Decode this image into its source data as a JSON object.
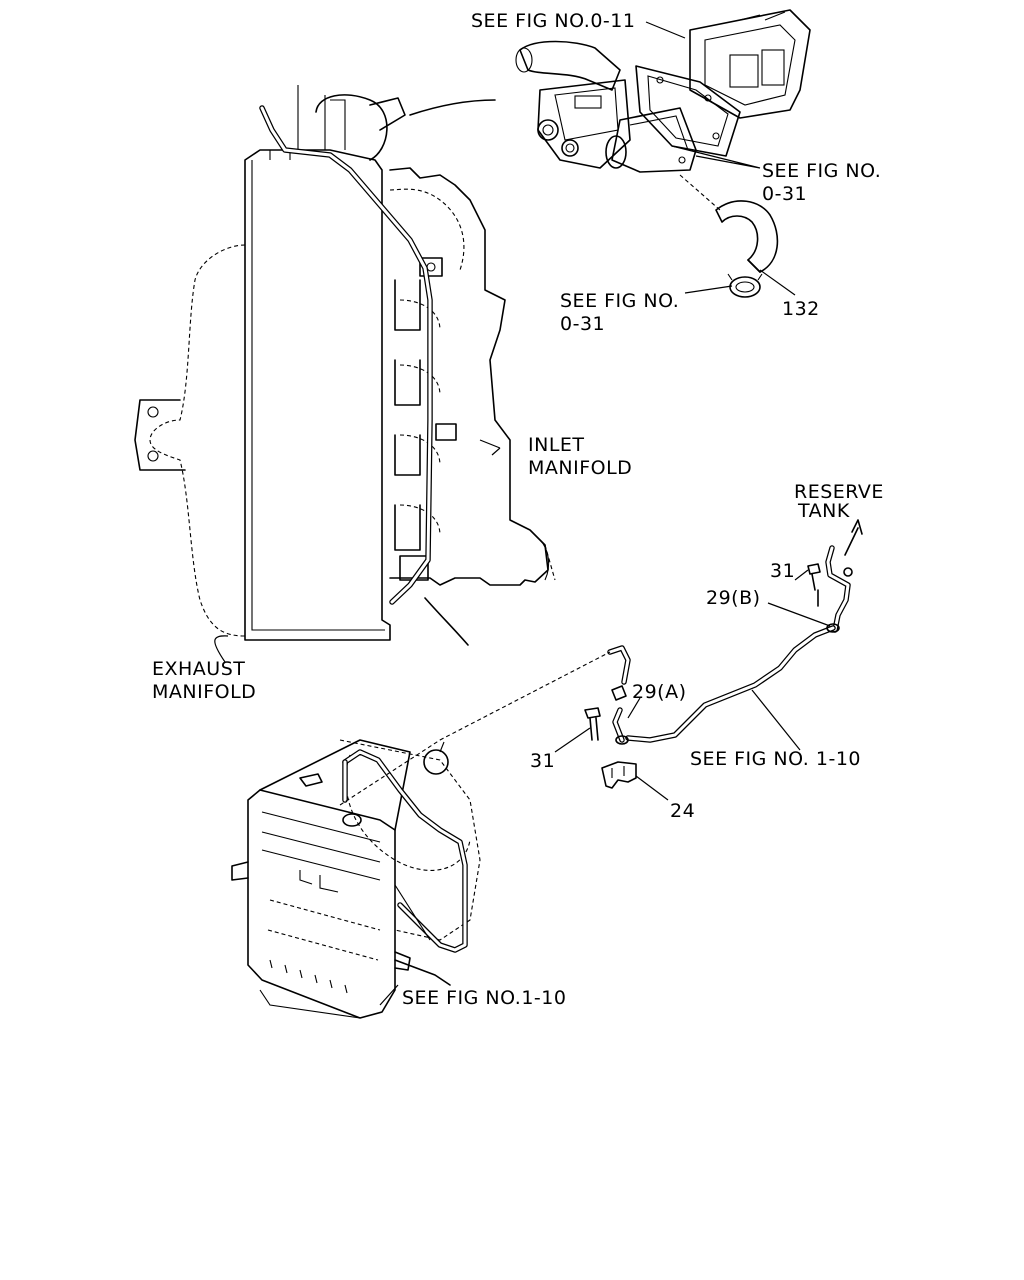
{
  "labels": {
    "see_fig_0_11": "SEE FIG NO.0-11",
    "see_fig_0_31_top_line1": "SEE FIG NO.",
    "see_fig_0_31_top_line2": "0-31",
    "see_fig_0_31_mid_line1": "SEE FIG NO.",
    "see_fig_0_31_mid_line2": "0-31",
    "part_132": "132",
    "inlet_manifold_line1": "INLET",
    "inlet_manifold_line2": "MANIFOLD",
    "reserve_tank_line1": "RESERVE",
    "reserve_tank_line2": "TANK",
    "part_31_upper": "31",
    "part_29b": "29(B)",
    "part_29a": "29(A)",
    "part_31_lower": "31",
    "see_fig_1_10_right": "SEE FIG NO. 1-10",
    "part_24": "24",
    "exhaust_manifold_line1": "EXHAUST",
    "exhaust_manifold_line2": "MANIFOLD",
    "see_fig_1_10_bottom": "SEE FIG NO.1-10"
  }
}
